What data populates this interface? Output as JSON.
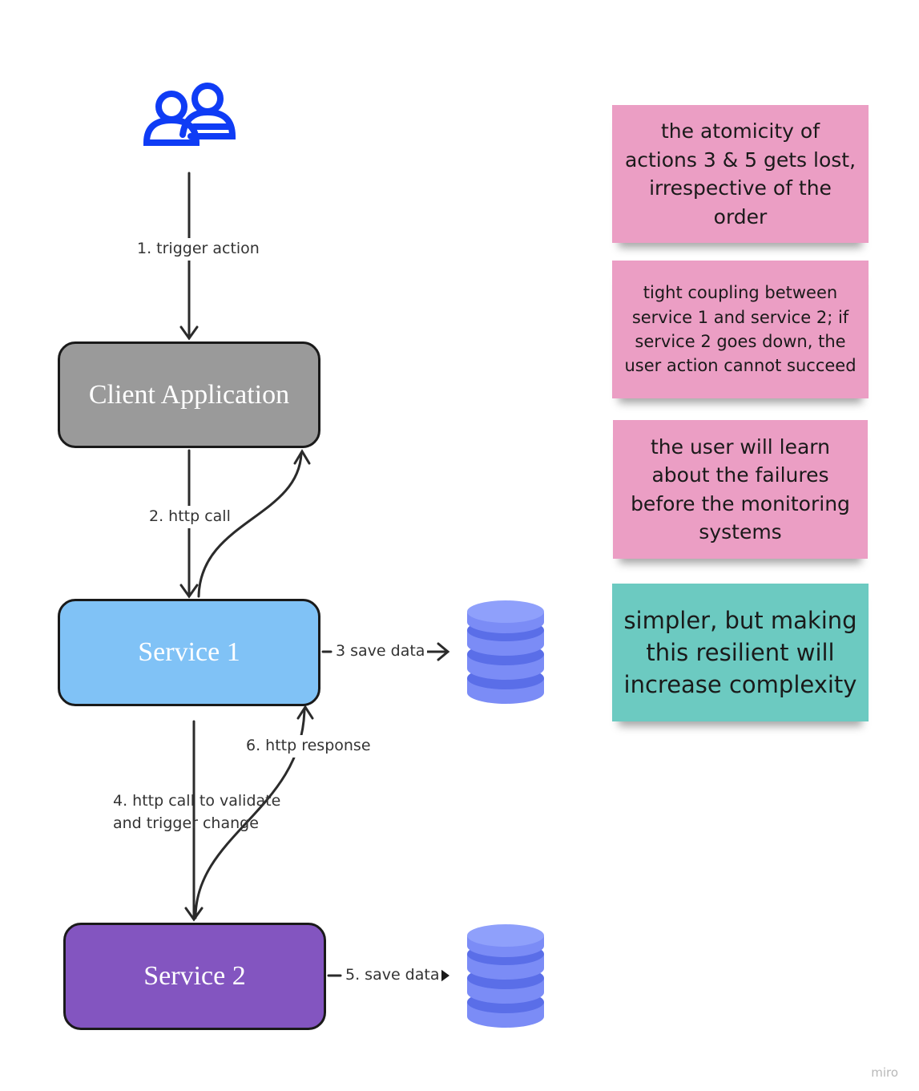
{
  "nodes": {
    "client_app": "Client Application",
    "service_1": "Service 1",
    "service_2": "Service 2"
  },
  "edges": {
    "e1": "1. trigger action",
    "e2": "2. http call",
    "e3": "3 save data",
    "e4": "4. http call to validate\nand trigger change",
    "e5": "5. save data",
    "e6": "6. http response"
  },
  "notes": {
    "n1": "the atomicity of actions 3 & 5 gets lost, irrespective of the order",
    "n2": "tight coupling between service 1 and service 2; if service 2 goes down, the user action cannot succeed",
    "n3": "the user will learn about the failures before the monitoring systems",
    "n4": "simpler, but making this resilient will increase complexity"
  },
  "watermark": "miro",
  "colors": {
    "client_app": "#9a9a9a",
    "service_1": "#80c2f6",
    "service_2": "#8355c0",
    "users_icon": "#0f3cf5",
    "database": "#7b8cf6",
    "note_pink": "#eb9ec4",
    "note_teal": "#6ccac1"
  },
  "icons": {
    "users": "users-icon",
    "database": "database-icon"
  }
}
